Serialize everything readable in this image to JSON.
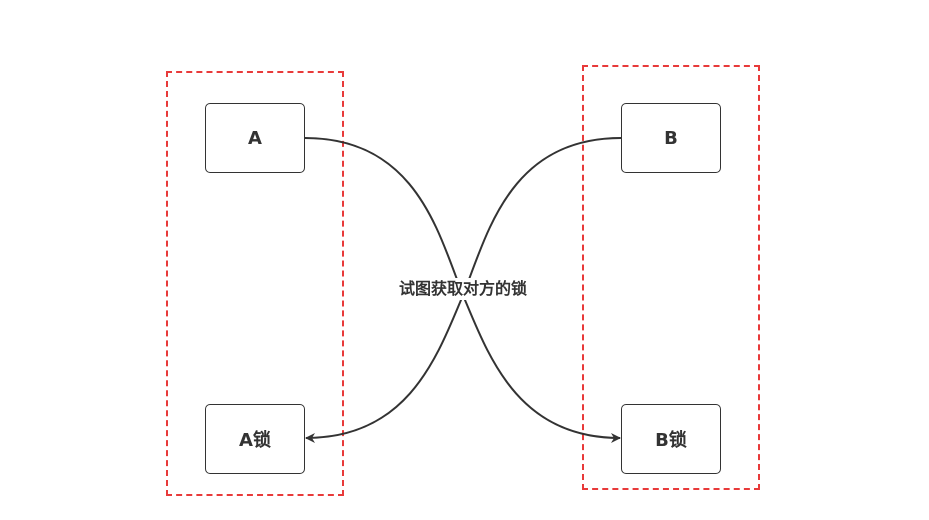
{
  "nodes": {
    "a": "A",
    "b": "B",
    "a_lock": "A锁",
    "b_lock": "B锁"
  },
  "edge_label": "试图获取对方的锁",
  "colors": {
    "group_border": "#e83a3a",
    "node_border": "#333333",
    "edge": "#333333"
  }
}
